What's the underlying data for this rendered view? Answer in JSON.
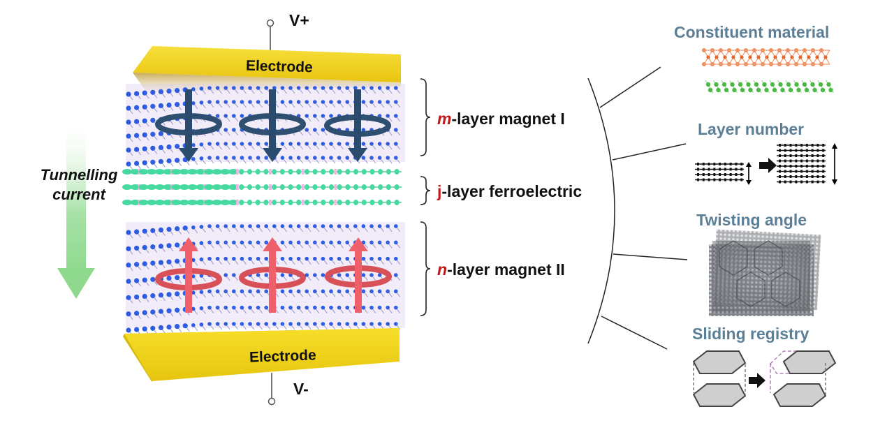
{
  "figure": {
    "device": {
      "top_terminal": "V+",
      "bottom_terminal": "V-",
      "top_electrode_label": "Electrode",
      "bottom_electrode_label": "Electrode",
      "current_label_line1": "Tunnelling",
      "current_label_line2": "current",
      "layers": [
        {
          "var": "m",
          "var_italic": true,
          "rest": "-layer magnet I",
          "spin": "down"
        },
        {
          "var": "j",
          "var_italic": false,
          "rest": "-layer ferroelectric",
          "spin": "none"
        },
        {
          "var": "n",
          "var_italic": true,
          "rest": "-layer magnet II",
          "spin": "up"
        }
      ]
    },
    "tuning_knobs": [
      {
        "title": "Constituent material",
        "icon": "atomic-lattice-icon"
      },
      {
        "title": "Layer number",
        "icon": "layer-stack-icon"
      },
      {
        "title": "Twisting angle",
        "icon": "moire-pattern-icon"
      },
      {
        "title": "Sliding registry",
        "icon": "sliding-hexagon-icon"
      }
    ],
    "colors": {
      "electrode": "#f2d21e",
      "magnet_atoms": "#2f5de0",
      "ferroelectric_atoms": "#46d9a0",
      "spin_down_arrow": "#2a4a6e",
      "spin_up_arrow": "#f0606a",
      "variable_text": "#c0181b",
      "panel_title": "#5b7f96",
      "current_arrow": "#8fd98f"
    }
  }
}
